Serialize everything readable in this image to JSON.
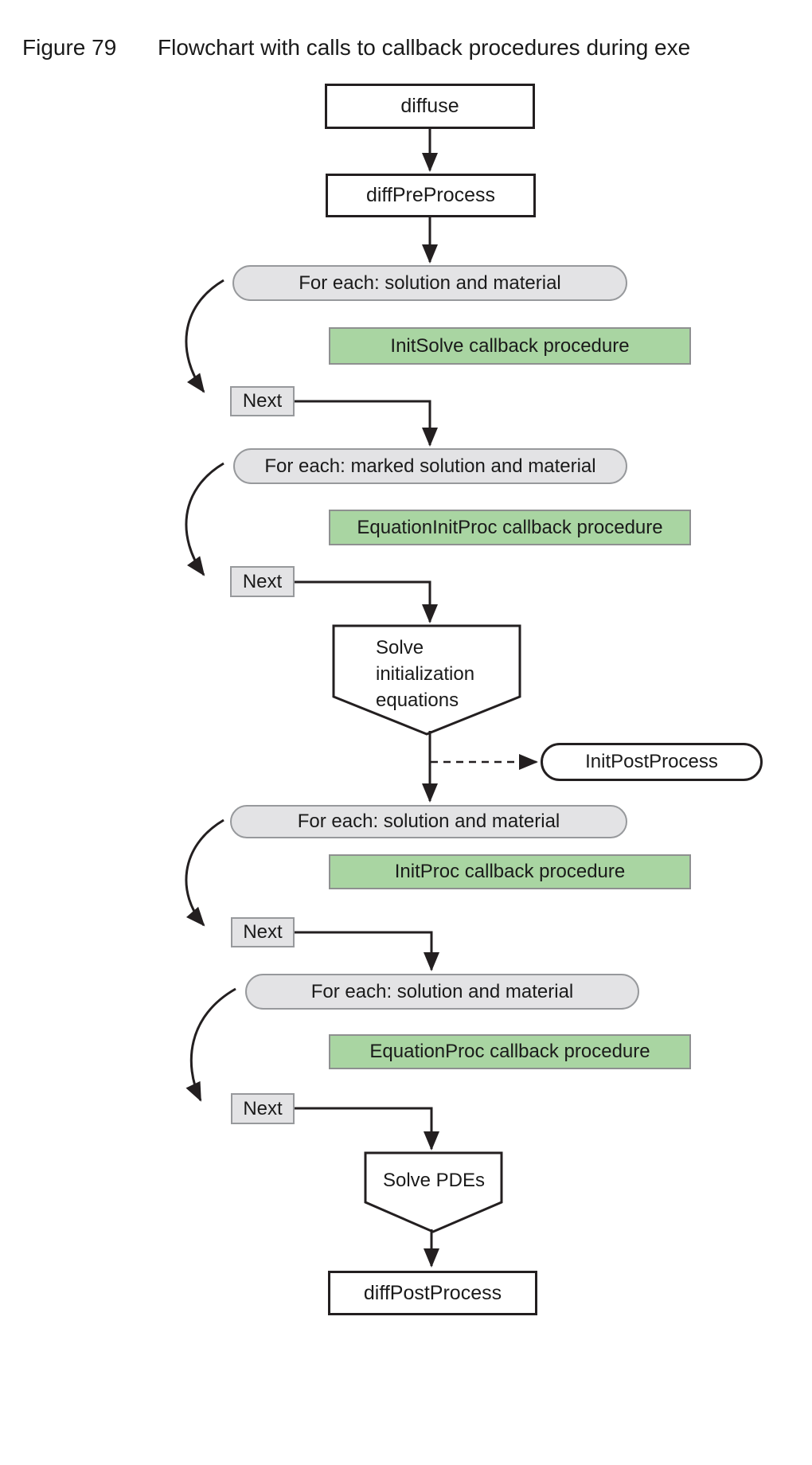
{
  "figure": {
    "label": "Figure 79",
    "title": "Flowchart with calls to callback procedures during exe"
  },
  "colors": {
    "line": "#231f20",
    "box_border": "#231f20",
    "box_fill": "#ffffff",
    "stadium_fill": "#e3e3e5",
    "stadium_border": "#97999c",
    "green_fill": "#a9d5a2",
    "green_border": "#8e9090",
    "text": "#1a1a1a"
  },
  "nodes": {
    "diffuse": {
      "label": "diffuse"
    },
    "diff_pre_process": {
      "label": "diffPreProcess"
    },
    "foreach_1": {
      "label": "For each: solution and material"
    },
    "init_solve": {
      "label": "InitSolve callback procedure"
    },
    "next_1": {
      "label": "Next"
    },
    "foreach_2": {
      "label": "For each: marked solution and material"
    },
    "equation_init_proc": {
      "label": "EquationInitProc callback procedure"
    },
    "next_2": {
      "label": "Next"
    },
    "solve_init": {
      "label": "Solve\ninitialization\nequations"
    },
    "init_post_process": {
      "label": "InitPostProcess"
    },
    "foreach_3": {
      "label": "For each: solution and material"
    },
    "init_proc": {
      "label": "InitProc callback procedure"
    },
    "next_3": {
      "label": "Next"
    },
    "foreach_4": {
      "label": "For each: solution and material"
    },
    "equation_proc": {
      "label": "EquationProc callback procedure"
    },
    "next_4": {
      "label": "Next"
    },
    "solve_pdes": {
      "label": "Solve PDEs"
    },
    "diff_post_process": {
      "label": "diffPostProcess"
    }
  }
}
